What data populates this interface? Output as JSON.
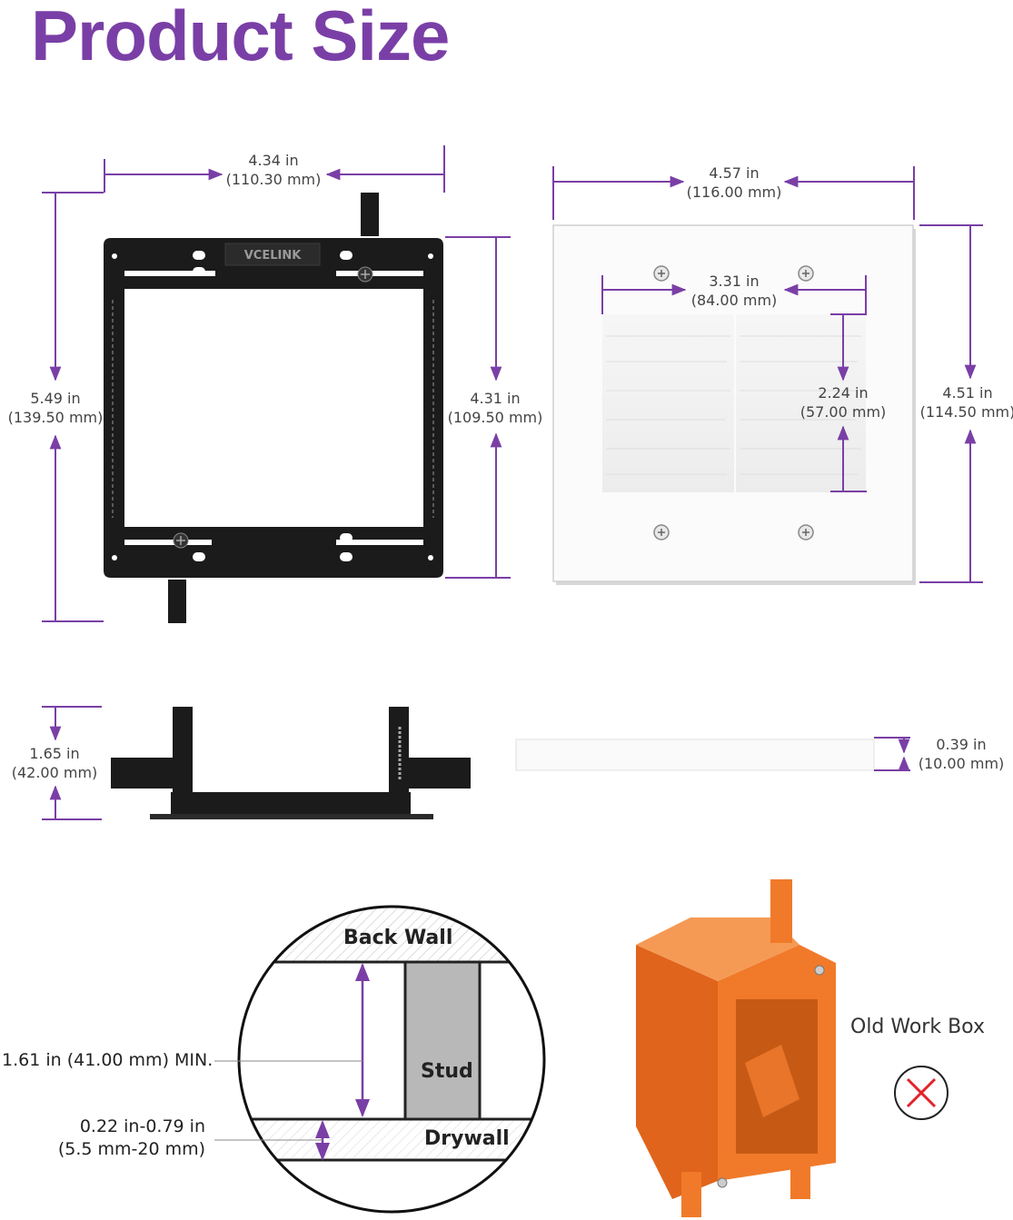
{
  "title": "Product Size",
  "colors": {
    "accent": "#7a3fa6",
    "bracket": "#1b1b1b",
    "box": "#f07a2a",
    "stud": "#b8b8b8"
  },
  "bracket": {
    "brand": "VCELINK",
    "width": {
      "in": "4.34 in",
      "mm": "(110.30 mm)"
    },
    "height": {
      "in": "5.49 in",
      "mm": "(139.50 mm)"
    },
    "inner_height": {
      "in": "4.31 in",
      "mm": "(109.50 mm)"
    },
    "depth": {
      "in": "1.65 in",
      "mm": "(42.00 mm)"
    }
  },
  "plate": {
    "width": {
      "in": "4.57 in",
      "mm": "(116.00 mm)"
    },
    "height": {
      "in": "4.51 in",
      "mm": "(114.50 mm)"
    },
    "brush_width": {
      "in": "3.31 in",
      "mm": "(84.00 mm)"
    },
    "brush_height": {
      "in": "2.24 in",
      "mm": "(57.00 mm)"
    },
    "thickness": {
      "in": "0.39 in",
      "mm": "(10.00 mm)"
    }
  },
  "install": {
    "back_wall": "Back Wall",
    "stud": "Stud",
    "drywall": "Drywall",
    "min_depth": "1.61 in (41.00 mm) MIN.",
    "drywall_range_in": "0.22 in-0.79 in",
    "drywall_range_mm": "(5.5 mm-20 mm)"
  },
  "old_work_box": {
    "label": "Old Work Box",
    "status_icon": "x-circle-icon"
  }
}
